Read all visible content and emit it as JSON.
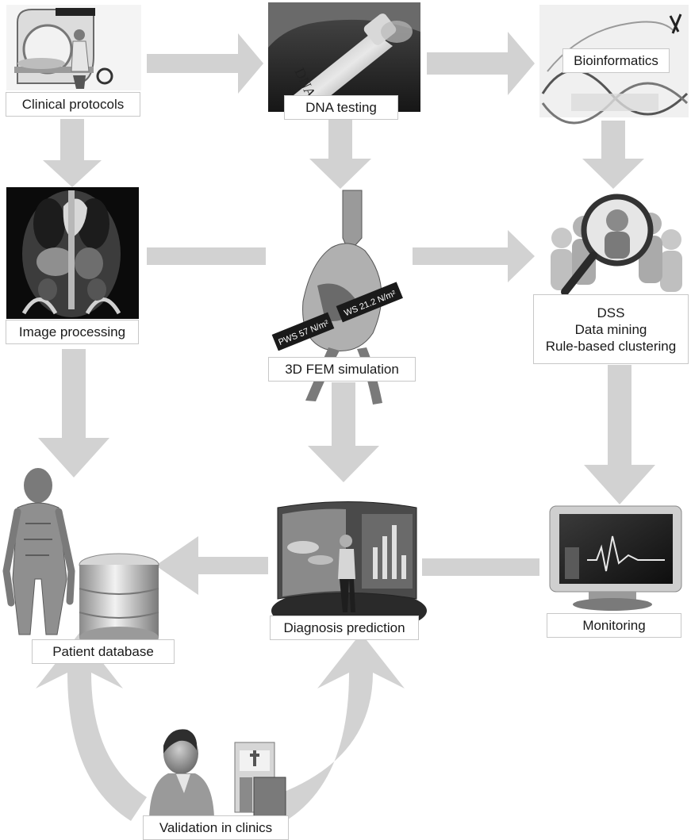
{
  "nodes": {
    "clinical_protocols": "Clinical protocols",
    "dna_testing": "DNA testing",
    "bioinformatics": "Bioinformatics",
    "image_processing": "Image processing",
    "fem_simulation": "3D FEM simulation",
    "dss": [
      "DSS",
      "Data mining",
      "Rule-based clustering"
    ],
    "patient_database": "Patient database",
    "diagnosis_prediction": "Diagnosis prediction",
    "monitoring": "Monitoring",
    "validation": "Validation in clinics"
  },
  "image_text": {
    "dna_tube": "DNA",
    "wall_stress": "WS 21.2 N/m²",
    "peak_wall_stress": "PWS 57 N/m²"
  },
  "colors": {
    "arrow": "#d2d2d2",
    "arrow_dark": "#c4c4c4",
    "label_border": "#c8c8c8"
  }
}
